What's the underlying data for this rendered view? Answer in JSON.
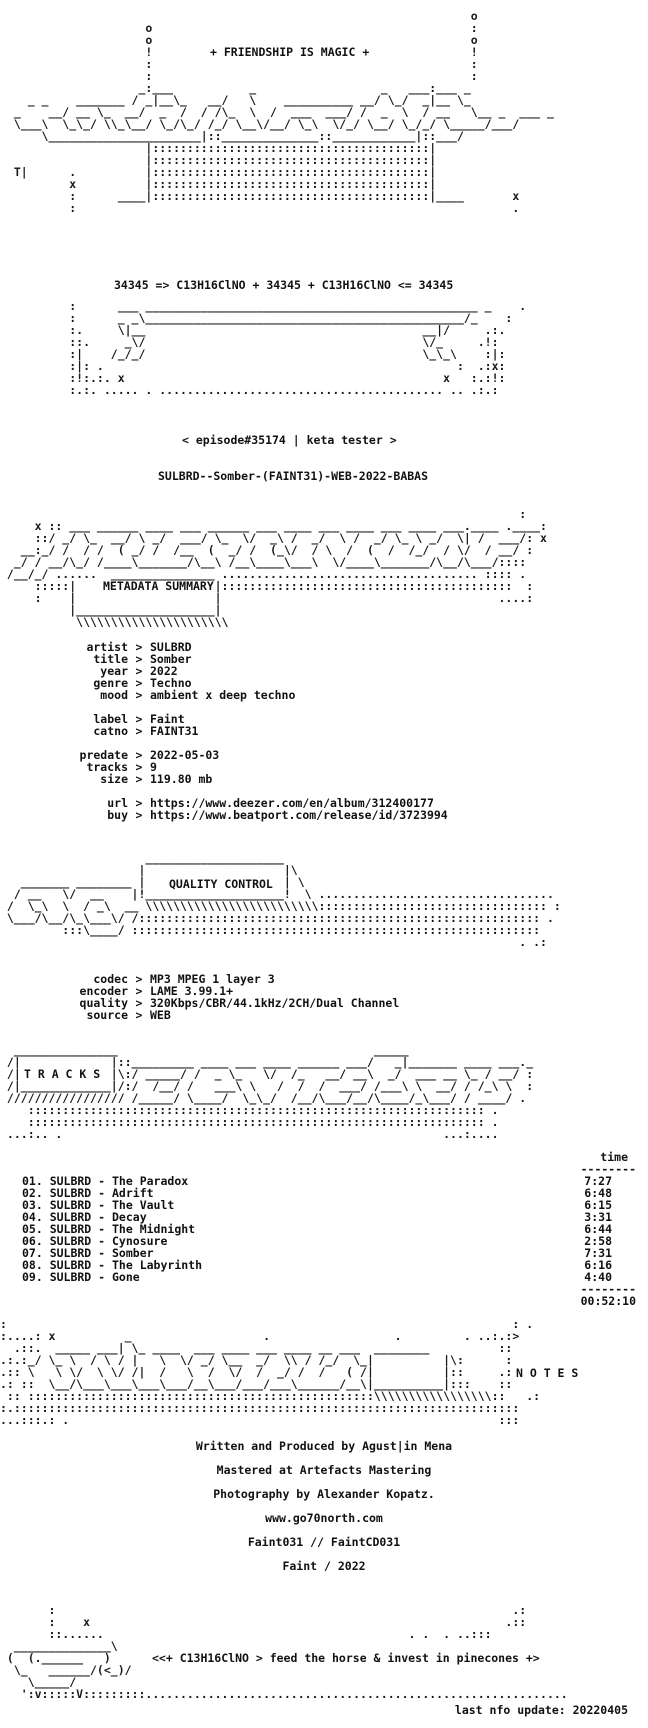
{
  "header": {
    "slogan": "+ FRIENDSHIP IS MAGIC +",
    "formula": "34345 => C13H16ClNO + 34345 + C13H16ClNO <= 34345",
    "episode": "< episode#35174 | keta tester >",
    "release": "SULBRD--Somber-(FAINT31)-WEB-2022-BABAS"
  },
  "metadata": {
    "heading": "METADATA SUMMARY",
    "rows": [
      {
        "label": "artist",
        "value": "SULBRD"
      },
      {
        "label": "title",
        "value": "Somber"
      },
      {
        "label": "year",
        "value": "2022"
      },
      {
        "label": "genre",
        "value": "Techno"
      },
      {
        "label": "mood",
        "value": "ambient x deep techno"
      },
      {
        "label": "label",
        "value": "Faint"
      },
      {
        "label": "catno",
        "value": "FAINT31"
      },
      {
        "label": "predate",
        "value": "2022-05-03"
      },
      {
        "label": "tracks",
        "value": "9"
      },
      {
        "label": "size",
        "value": "119.80 mb"
      },
      {
        "label": "url",
        "value": "https://www.deezer.com/en/album/312400177"
      },
      {
        "label": "buy",
        "value": "https://www.beatport.com/release/id/3723994"
      }
    ]
  },
  "quality": {
    "heading": "QUALITY CONTROL",
    "rows": [
      {
        "label": "codec",
        "value": "MP3 MPEG 1 layer 3"
      },
      {
        "label": "encoder",
        "value": "LAME 3.99.1+"
      },
      {
        "label": "quality",
        "value": "320Kbps/CBR/44.1kHz/2CH/Dual Channel"
      },
      {
        "label": "source",
        "value": "WEB"
      }
    ]
  },
  "tracks": {
    "heading": "T R A C K S",
    "time_header": "time",
    "rule": "--------",
    "items": [
      {
        "title": "01. SULBRD - The Paradox",
        "time": "7:27"
      },
      {
        "title": "02. SULBRD - Adrift",
        "time": "6:48"
      },
      {
        "title": "03. SULBRD - The Vault",
        "time": "6:15"
      },
      {
        "title": "04. SULBRD - Decay",
        "time": "3:31"
      },
      {
        "title": "05. SULBRD - The Midnight",
        "time": "6:44"
      },
      {
        "title": "06. SULBRD - Cynosure",
        "time": "2:58"
      },
      {
        "title": "07. SULBRD - Somber",
        "time": "7:31"
      },
      {
        "title": "08. SULBRD - The Labyrinth",
        "time": "6:16"
      },
      {
        "title": "09. SULBRD - Gone",
        "time": "4:40"
      }
    ],
    "total": "00:52:10"
  },
  "notes": {
    "heading": "N O T E S",
    "lines": [
      "Written and Produced by Agust|in Mena",
      "Mastered at Artefacts Mastering",
      "Photography by Alexander Kopatz.",
      "www.go70north.com",
      "Faint031 // FaintCD031",
      "Faint / 2022"
    ]
  },
  "footer": {
    "tagline": "<<+ C13H16ClNO > feed the horse & invest in pinecones +>",
    "last_update": "last nfo update: 20220405"
  }
}
